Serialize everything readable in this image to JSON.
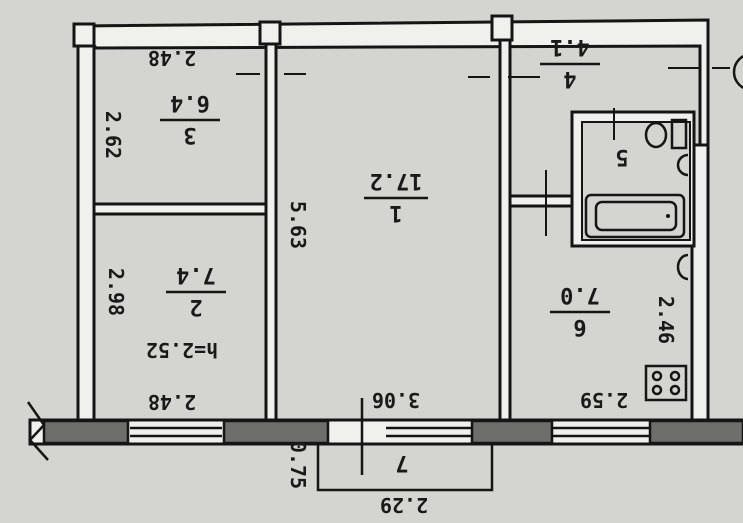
{
  "rooms": [
    {
      "number": "1",
      "area": "17.2"
    },
    {
      "number": "2",
      "area": "7.4"
    },
    {
      "number": "3",
      "area": "6.4"
    },
    {
      "number": "4",
      "area": "4.1"
    },
    {
      "number": "5"
    },
    {
      "number": "6",
      "area": "7.0"
    },
    {
      "number": "7"
    }
  ],
  "dimensions": {
    "room3_width": "2.48",
    "room3_depth": "2.62",
    "room2_depth": "2.98",
    "room2_width": "2.48",
    "ceiling_height": "h=2.52",
    "room1_depth": "5.63",
    "room1_width": "3.06",
    "kitchen_depth": "2.46",
    "kitchen_width": "2.59",
    "balcony_depth": "0.75",
    "balcony_width": "2.29"
  }
}
